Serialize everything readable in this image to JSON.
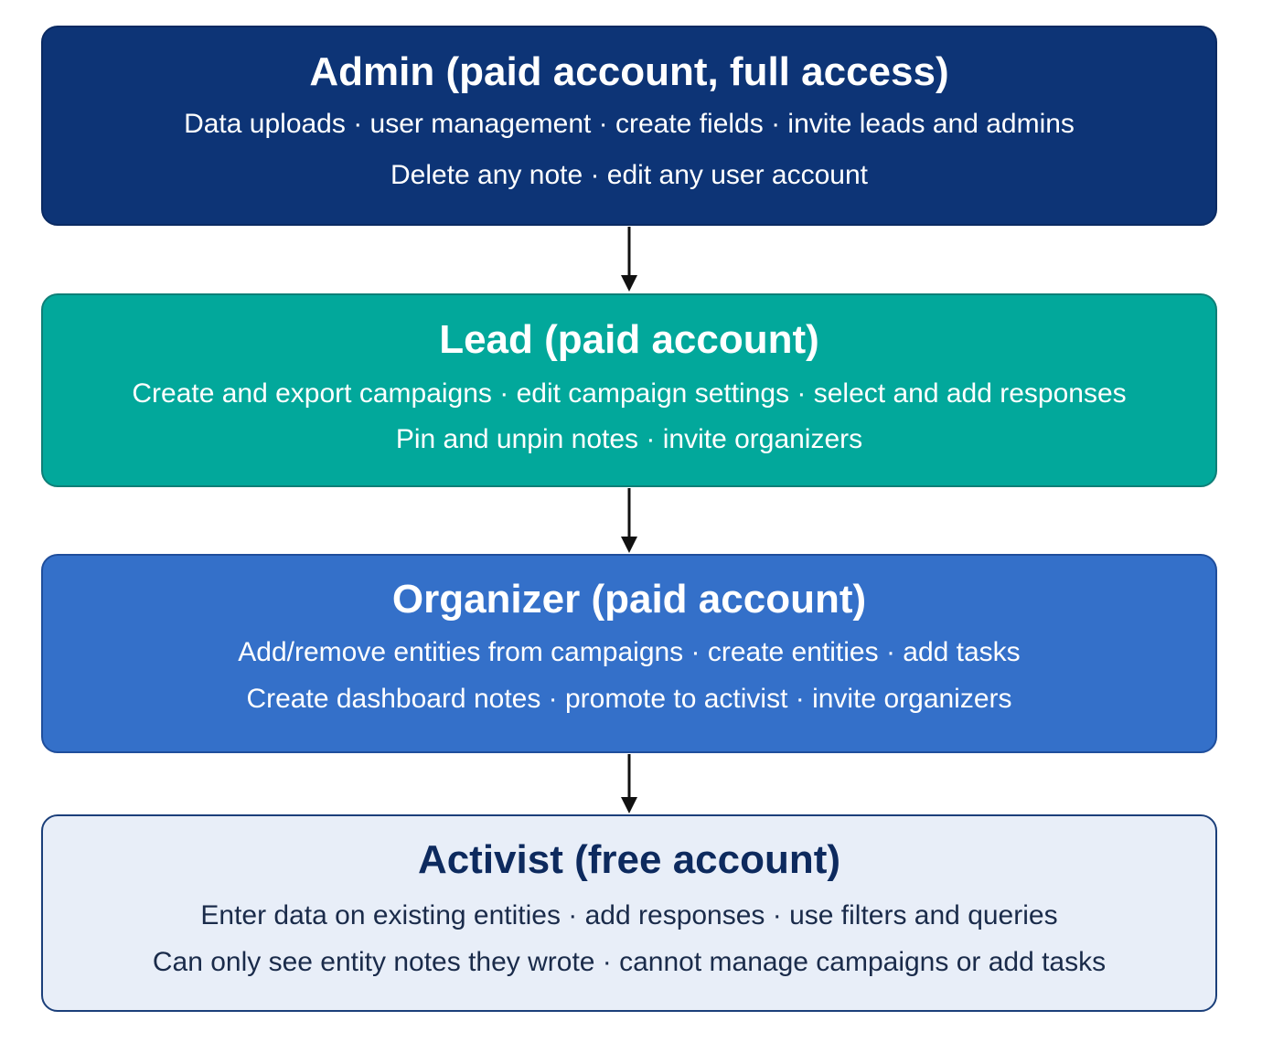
{
  "tiers": [
    {
      "title": "Admin (paid account, full access)",
      "line1": "Data uploads · user management · create fields · invite leads and admins",
      "line2": "Delete any note · edit any user account",
      "fill_color": "#0d3476",
      "text_color": "#ffffff"
    },
    {
      "title": "Lead (paid account)",
      "line1": "Create and export campaigns · edit campaign settings · select and add responses",
      "line2": "Pin and unpin notes · invite organizers",
      "fill_color": "#02a89b",
      "text_color": "#ffffff"
    },
    {
      "title": "Organizer (paid account)",
      "line1": "Add/remove entities from campaigns · create entities · add tasks",
      "line2": "Create dashboard notes · promote to activist · invite organizers",
      "fill_color": "#3470c9",
      "text_color": "#ffffff"
    },
    {
      "title": "Activist (free account)",
      "line1": "Enter data on existing entities · add responses · use filters and queries",
      "line2": "Can only see entity notes they wrote · cannot manage campaigns or add tasks",
      "fill_color": "#e8eef8",
      "text_color": "#0d2a5e"
    }
  ],
  "connectors": [
    {
      "from": "Admin",
      "to": "Lead"
    },
    {
      "from": "Lead",
      "to": "Organizer"
    },
    {
      "from": "Organizer",
      "to": "Activist"
    }
  ],
  "arrow_color": "#111111"
}
